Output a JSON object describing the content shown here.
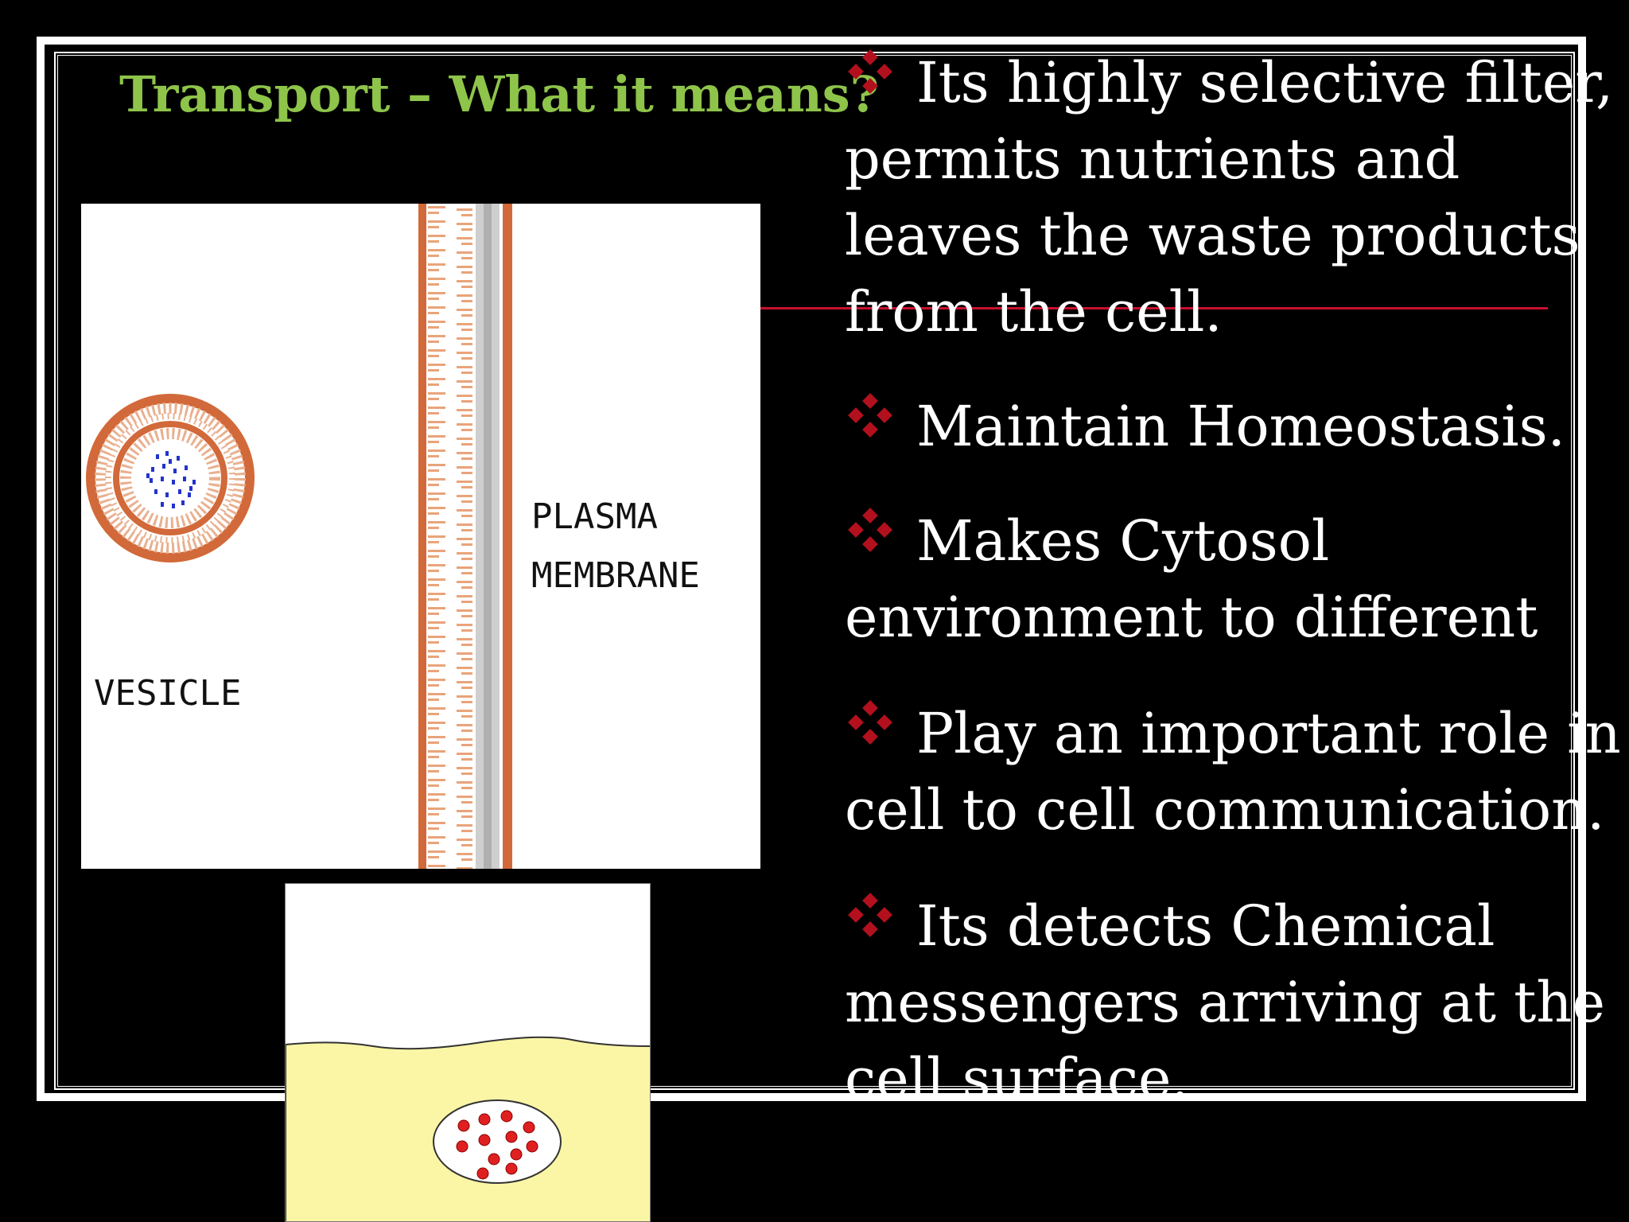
{
  "slide": {
    "title": "Transport – What it means?",
    "diagram": {
      "vesicle_label": "VESICLE",
      "membrane_label_line1": "PLASMA",
      "membrane_label_line2": "MEMBRANE"
    },
    "bullets": [
      {
        "first": "Its highly selective filter,",
        "rest": [
          "permits nutrients and",
          "leaves the waste products",
          "from the cell."
        ]
      },
      {
        "first": "Maintain Homeostasis.",
        "rest": []
      },
      {
        "first": "Makes Cytosol",
        "rest": [
          "environment to different"
        ]
      },
      {
        "first": "Play an important role in",
        "rest": [
          "cell to cell communication."
        ]
      },
      {
        "first": "Its detects Chemical",
        "rest": [
          "messengers arriving at the",
          "cell surface."
        ]
      }
    ],
    "colors": {
      "background": "#000000",
      "title": "#8ec44a",
      "bullet_icon": "#b3101e",
      "accent_line": "#c8102e",
      "membrane": "#d2693a",
      "cytosol": "#fbf6a6"
    }
  }
}
